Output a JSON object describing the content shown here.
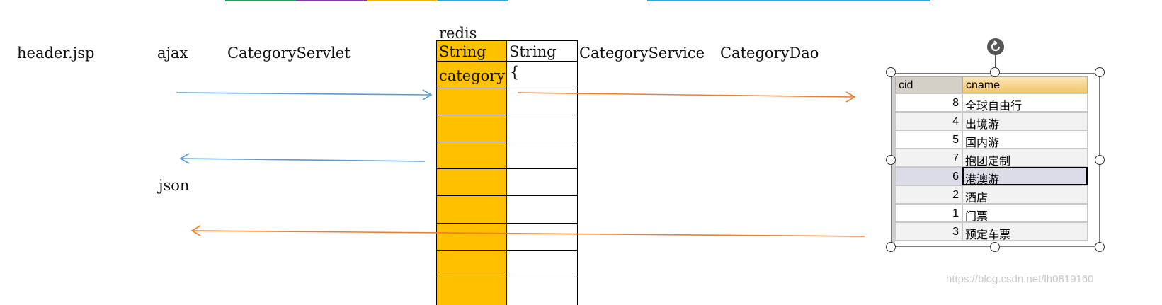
{
  "labels": {
    "header_jsp": "header.jsp",
    "ajax": "ajax",
    "category_servlet": "CategoryServlet",
    "redis": "redis",
    "category_service": "CategoryService",
    "category_dao": "CategoryDao",
    "json": "json"
  },
  "redis_table": {
    "key_header": "String",
    "value_header": "String",
    "key_cell": "category",
    "value_cell": "{"
  },
  "db_table": {
    "headers": [
      "cid",
      "cname"
    ],
    "rows": [
      {
        "cid": "8",
        "cname": "全球自由行"
      },
      {
        "cid": "4",
        "cname": "出境游"
      },
      {
        "cid": "5",
        "cname": "国内游"
      },
      {
        "cid": "7",
        "cname": "抱团定制"
      },
      {
        "cid": "6",
        "cname": "港澳游"
      },
      {
        "cid": "2",
        "cname": "酒店"
      },
      {
        "cid": "1",
        "cname": "门票"
      },
      {
        "cid": "3",
        "cname": "预定车票"
      }
    ],
    "rotate_icon": "rotate-icon"
  },
  "colors": {
    "redis_key_fill": "#FFC000",
    "arrow_blue": "#5B9BD5",
    "arrow_orange": "#ED7D31",
    "table_header_fill": "#D4D0C8",
    "selected_row_fill": "#DCDCE8"
  },
  "watermark": "https://blog.csdn.net/lh0819160"
}
